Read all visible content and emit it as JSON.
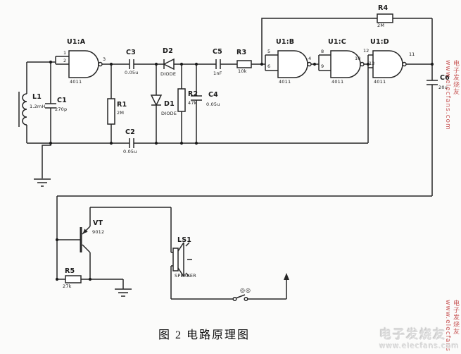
{
  "figure": {
    "caption": "图 2 电路原理图"
  },
  "colors": {
    "ink": "#262626",
    "watermark_red": "#c03c3c",
    "watermark_emboss": "#dcdcdc"
  },
  "watermark": {
    "side_text": "电子发烧友 www.elecfans.com",
    "brand": "电子发烧友",
    "site": "www.elecfans.com"
  },
  "gates": {
    "u1a": {
      "name": "U1:A",
      "part": "4011",
      "pin_in1": "1",
      "pin_in2": "2",
      "pin_out": "3"
    },
    "u1b": {
      "name": "U1:B",
      "part": "4011",
      "pin_in1": "5",
      "pin_in2": "6",
      "pin_out": "4"
    },
    "u1c": {
      "name": "U1:C",
      "part": "4011",
      "pin_in1": "8",
      "pin_in2": "9",
      "pin_out": "10"
    },
    "u1d": {
      "name": "U1:D",
      "part": "4011",
      "pin_in1": "12",
      "pin_in2": "13",
      "pin_out": "11"
    }
  },
  "components": {
    "l1": {
      "ref": "L1",
      "value": "1.2mH"
    },
    "c1": {
      "ref": "C1",
      "value": "270p"
    },
    "c2": {
      "ref": "C2",
      "value": "0.05u"
    },
    "c3": {
      "ref": "C3",
      "value": "0.05u"
    },
    "c4": {
      "ref": "C4",
      "value": "0.05u"
    },
    "c5": {
      "ref": "C5",
      "value": "1nF"
    },
    "c6": {
      "ref": "C6",
      "value": "20u"
    },
    "r1": {
      "ref": "R1",
      "value": "2M"
    },
    "r2": {
      "ref": "R2",
      "value": "47k"
    },
    "r3": {
      "ref": "R3",
      "value": "10k"
    },
    "r4": {
      "ref": "R4",
      "value": "2M"
    },
    "r5": {
      "ref": "R5",
      "value": "27k"
    },
    "d1": {
      "ref": "D1",
      "value": "DIODE"
    },
    "d2": {
      "ref": "D2",
      "value": "DIODE"
    },
    "vt": {
      "ref": "VT",
      "value": "9012"
    },
    "ls1": {
      "ref": "LS1",
      "value": "SPEAKER"
    }
  },
  "switch": {
    "marks": "◎◎"
  }
}
